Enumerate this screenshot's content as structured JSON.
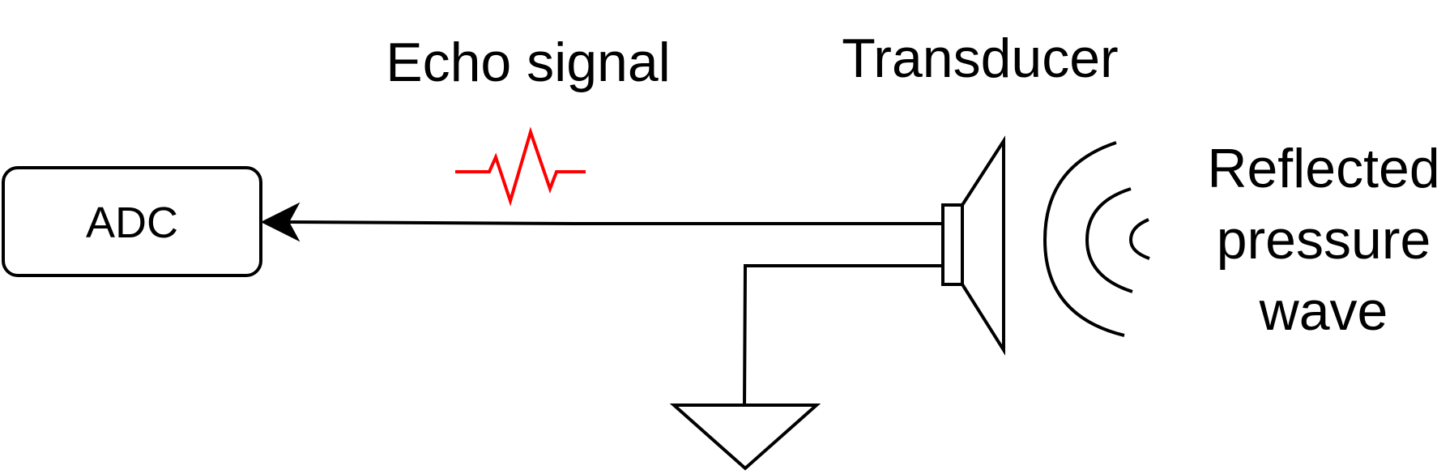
{
  "diagram": {
    "adc_label": "ADC",
    "echo_signal_label": "Echo signal",
    "transducer_label": "Transducer",
    "wave_label": {
      "line1": "Reflected",
      "line2": "pressure",
      "line3": "wave"
    }
  },
  "colors": {
    "stroke": "#000000",
    "echo_signal": "#ff0000",
    "background": "#ffffff"
  }
}
